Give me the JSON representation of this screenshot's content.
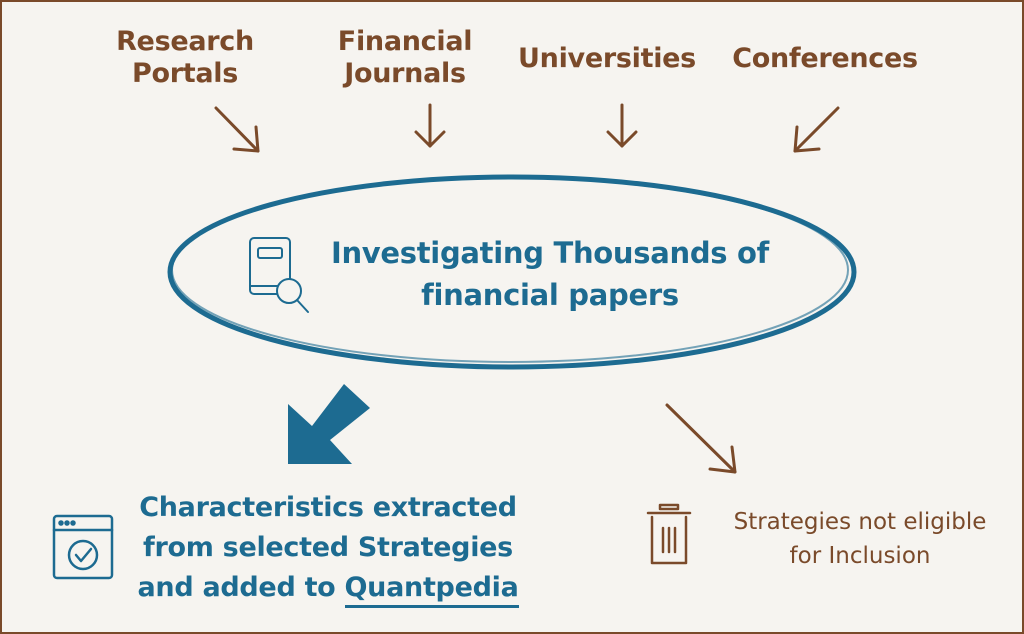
{
  "sources": [
    {
      "line1": "Research",
      "line2": "Portals"
    },
    {
      "line1": "Financial",
      "line2": "Journals"
    },
    {
      "line1": "Universities",
      "line2": ""
    },
    {
      "line1": "Conferences",
      "line2": ""
    }
  ],
  "center": {
    "line1": "Investigating Thousands of",
    "line2": "financial papers"
  },
  "extracted": {
    "line1": "Characteristics extracted",
    "line2": "from selected Strategies",
    "line3_prefix": "and added to ",
    "line3_highlight": "Quantpedia"
  },
  "rejected": {
    "line1": "Strategies not eligible",
    "line2": "for Inclusion"
  },
  "colors": {
    "brown": "#7a4a2a",
    "blue": "#1d6b91",
    "background": "#f6f4f0"
  },
  "icons": {
    "center": "book-search-icon",
    "extracted": "browser-check-icon",
    "rejected": "trash-icon"
  }
}
